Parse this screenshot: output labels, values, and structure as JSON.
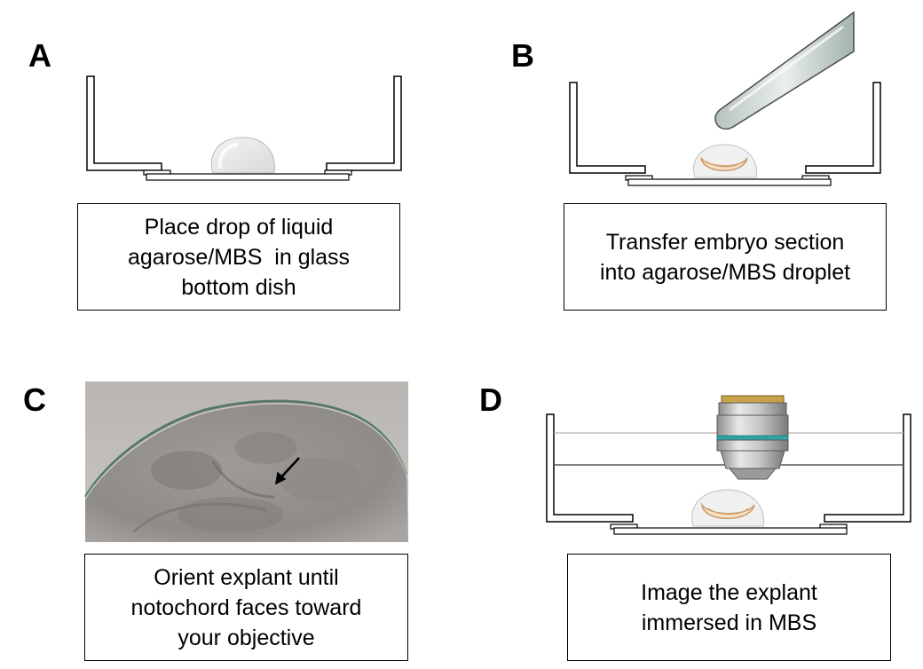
{
  "panels": [
    {
      "letter": "A",
      "caption": [
        "Place drop of liquid",
        "agarose/MBS  in glass",
        "bottom dish"
      ]
    },
    {
      "letter": "B",
      "caption": [
        "Transfer embryo section",
        "into agarose/MBS droplet"
      ]
    },
    {
      "letter": "C",
      "caption": [
        "Orient explant until",
        "notochord faces toward",
        "your objective"
      ]
    },
    {
      "letter": "D",
      "caption": [
        "Image the explant",
        "immersed in MBS"
      ]
    }
  ]
}
